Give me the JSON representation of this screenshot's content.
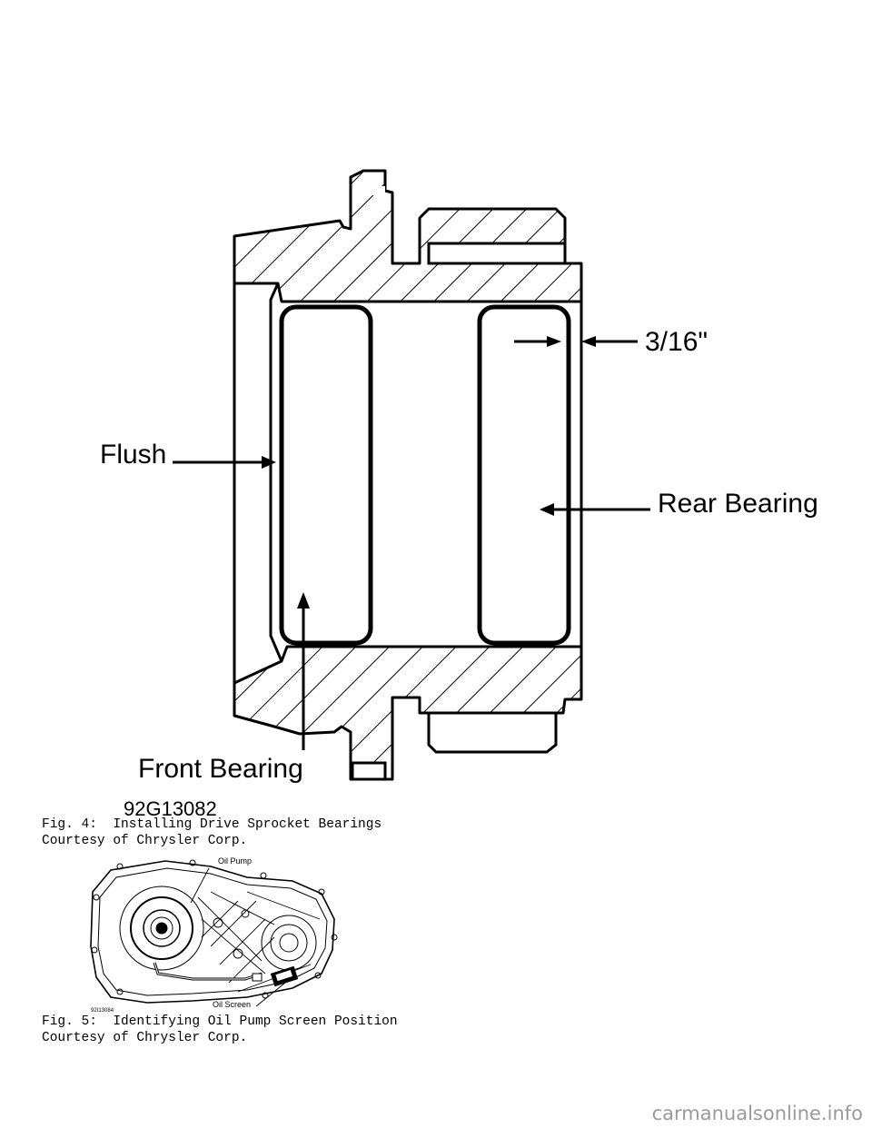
{
  "figure4": {
    "labels": {
      "dimension": "3/16\"",
      "flush": "Flush",
      "rear_bearing": "Rear Bearing",
      "front_bearing": "Front Bearing"
    },
    "art_code": "92G13082",
    "caption_line1": "Fig. 4:  Installing Drive Sprocket Bearings",
    "caption_line2": "Courtesy of Chrysler Corp."
  },
  "figure5": {
    "labels": {
      "oil_pump": "Oil Pump",
      "oil_screen": "Oil Screen"
    },
    "art_code": "92I13084",
    "caption_line1": "Fig. 5:  Identifying Oil Pump Screen Position",
    "caption_line2": "Courtesy of Chrysler Corp."
  },
  "watermark": "carmanualsonline.info"
}
